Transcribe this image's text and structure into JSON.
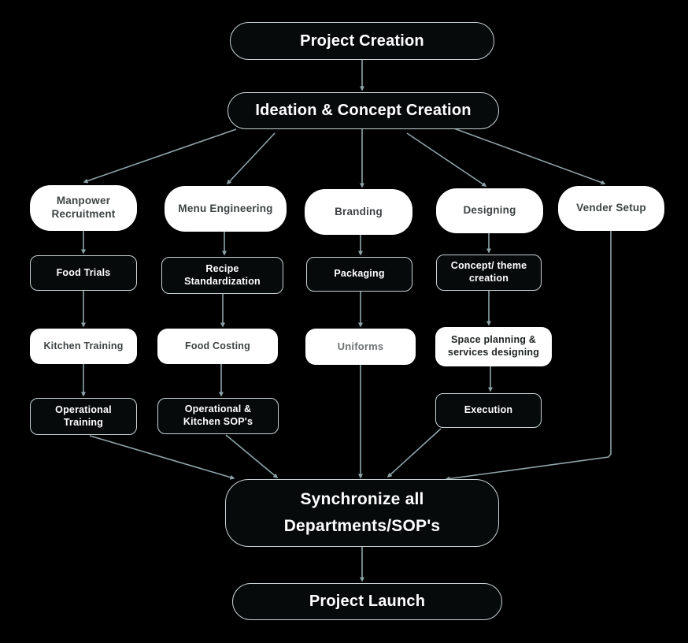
{
  "diagram_title": "Project workflow flowchart",
  "nodes": {
    "project_creation": {
      "label": "Project Creation"
    },
    "ideation": {
      "label": "Ideation & Concept Creation"
    },
    "manpower_recruitment": {
      "label": "Manpower Recruitment"
    },
    "menu_engineering": {
      "label": "Menu Engineering"
    },
    "branding": {
      "label": "Branding"
    },
    "designing": {
      "label": "Designing"
    },
    "vender_setup": {
      "label": "Vender Setup"
    },
    "food_trials": {
      "label": "Food Trials"
    },
    "recipe_standardization": {
      "label": "Recipe Standardization"
    },
    "packaging": {
      "label": "Packaging"
    },
    "concept_theme_creation": {
      "label": "Concept/ theme creation"
    },
    "kitchen_training": {
      "label": "Kitchen Training"
    },
    "food_costing": {
      "label": "Food Costing"
    },
    "uniforms": {
      "label": "Uniforms"
    },
    "space_planning": {
      "label": "Space planning & services designing"
    },
    "operational_training": {
      "label": "Operational Training"
    },
    "operational_kitchen_sops": {
      "label": "Operational & Kitchen SOP's"
    },
    "execution": {
      "label": "Execution"
    },
    "synchronize": {
      "label": "Synchronize all Departments/SOP's"
    },
    "project_launch": {
      "label": "Project Launch"
    }
  },
  "edges": [
    {
      "from": "project_creation",
      "to": "ideation"
    },
    {
      "from": "ideation",
      "to": "manpower_recruitment"
    },
    {
      "from": "ideation",
      "to": "menu_engineering"
    },
    {
      "from": "ideation",
      "to": "branding"
    },
    {
      "from": "ideation",
      "to": "designing"
    },
    {
      "from": "ideation",
      "to": "vender_setup"
    },
    {
      "from": "manpower_recruitment",
      "to": "food_trials"
    },
    {
      "from": "food_trials",
      "to": "kitchen_training"
    },
    {
      "from": "kitchen_training",
      "to": "operational_training"
    },
    {
      "from": "operational_training",
      "to": "synchronize"
    },
    {
      "from": "menu_engineering",
      "to": "recipe_standardization"
    },
    {
      "from": "recipe_standardization",
      "to": "food_costing"
    },
    {
      "from": "food_costing",
      "to": "operational_kitchen_sops"
    },
    {
      "from": "operational_kitchen_sops",
      "to": "synchronize"
    },
    {
      "from": "branding",
      "to": "packaging"
    },
    {
      "from": "packaging",
      "to": "uniforms"
    },
    {
      "from": "uniforms",
      "to": "synchronize"
    },
    {
      "from": "designing",
      "to": "concept_theme_creation"
    },
    {
      "from": "concept_theme_creation",
      "to": "space_planning"
    },
    {
      "from": "space_planning",
      "to": "execution"
    },
    {
      "from": "execution",
      "to": "synchronize"
    },
    {
      "from": "vender_setup",
      "to": "synchronize"
    },
    {
      "from": "synchronize",
      "to": "project_launch"
    }
  ],
  "colors": {
    "background": "#000000",
    "dark_fill": "#070a0b",
    "dark_border": "#c8d2d4",
    "light_fill": "#ffffff",
    "dark_text": "#ffffff",
    "light_text": "#3f4344",
    "connector": "#8fa4a9"
  }
}
